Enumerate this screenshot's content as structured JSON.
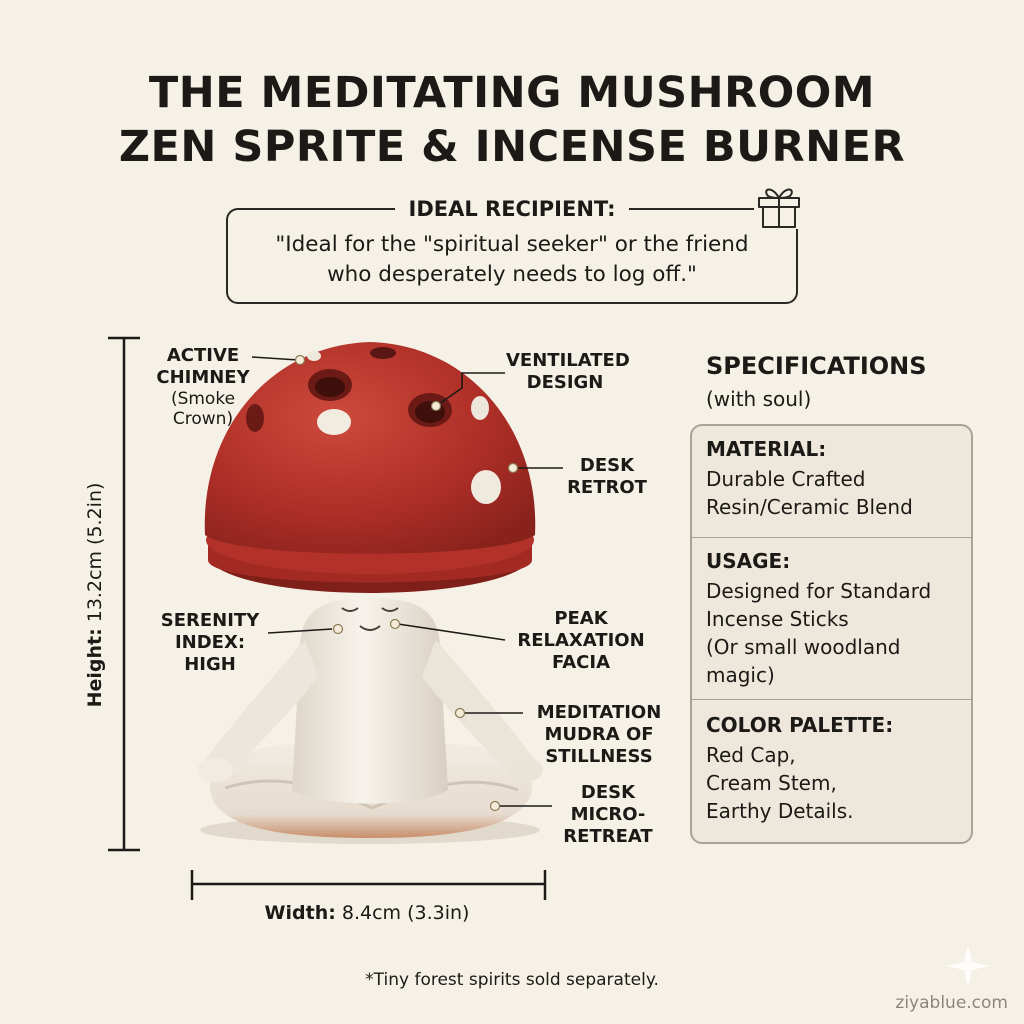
{
  "title_line1": "THE MEDITATING MUSHROOM",
  "title_line2": "ZEN SPRITE & INCENSE BURNER",
  "recipient": {
    "label": "IDEAL RECIPIENT:",
    "line1": "\"Ideal for the \"spiritual seeker\" or the friend",
    "line2": "who desperately needs to log off.\""
  },
  "dimensions": {
    "height_label": "Height:",
    "height_value": "13.2cm (5.2in)",
    "width_label": "Width:",
    "width_value": "8.4cm (3.3in)"
  },
  "callouts": {
    "chimney": [
      "ACTIVE",
      "CHIMNEY"
    ],
    "chimney_sub": [
      "(Smoke",
      "Crown)"
    ],
    "ventilated": [
      "VENTILATED",
      "DESIGN"
    ],
    "desk_retrot": [
      "DESK",
      "RETROT"
    ],
    "serenity": [
      "SERENITY",
      "INDEX:",
      "HIGH"
    ],
    "peak": [
      "PEAK",
      "RELAXATION",
      "FACIA"
    ],
    "mudra": [
      "MEDITATION",
      "MUDRA OF",
      "STILLNESS"
    ],
    "micro": [
      "DESK",
      "MICRO-",
      "RETREAT"
    ]
  },
  "specs": {
    "heading": "SPECIFICATIONS",
    "subheading": "(with soul)",
    "items": [
      {
        "title": "MATERIAL:",
        "lines": [
          "Durable Crafted",
          "Resin/Ceramic Blend"
        ]
      },
      {
        "title": "USAGE:",
        "lines": [
          "Designed for Standard",
          "Incense Sticks",
          "(Or small woodland",
          "magic)"
        ]
      },
      {
        "title": "COLOR PALETTE:",
        "lines": [
          "Red Cap,",
          "Cream Stem,",
          "Earthy Details."
        ]
      }
    ]
  },
  "footer": "*Tiny forest spirits sold separately.",
  "watermark": "ziyablue.com",
  "colors": {
    "background": "#f6f1e7",
    "cap": "#b0312b",
    "stem": "#f1ece4",
    "text": "#1c1a17"
  },
  "icons": [
    "gift-icon",
    "sparkle-icon"
  ]
}
